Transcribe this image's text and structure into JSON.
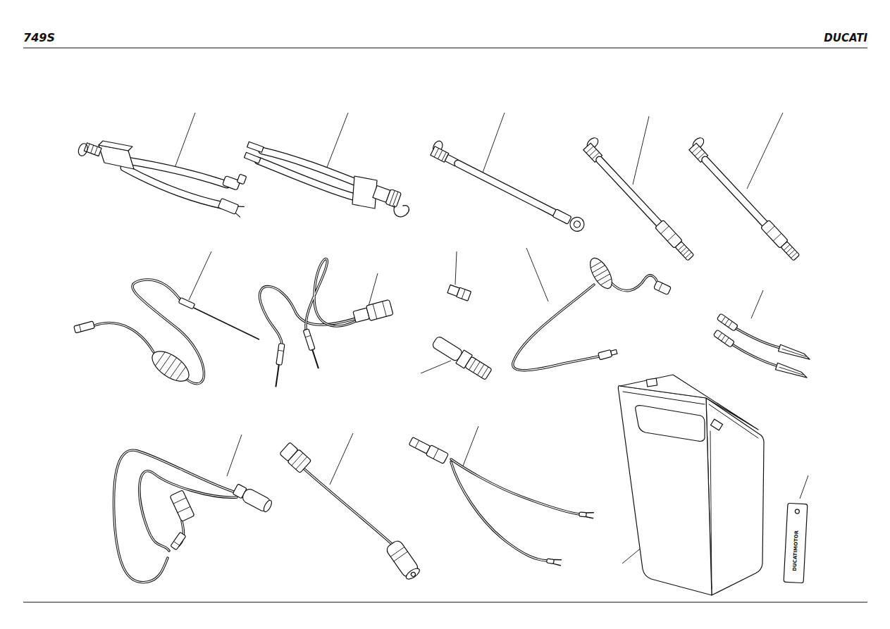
{
  "diagram": {
    "labels": [
      "749S",
      "DUCATI",
      "DUCATIMOTOR"
    ]
  }
}
